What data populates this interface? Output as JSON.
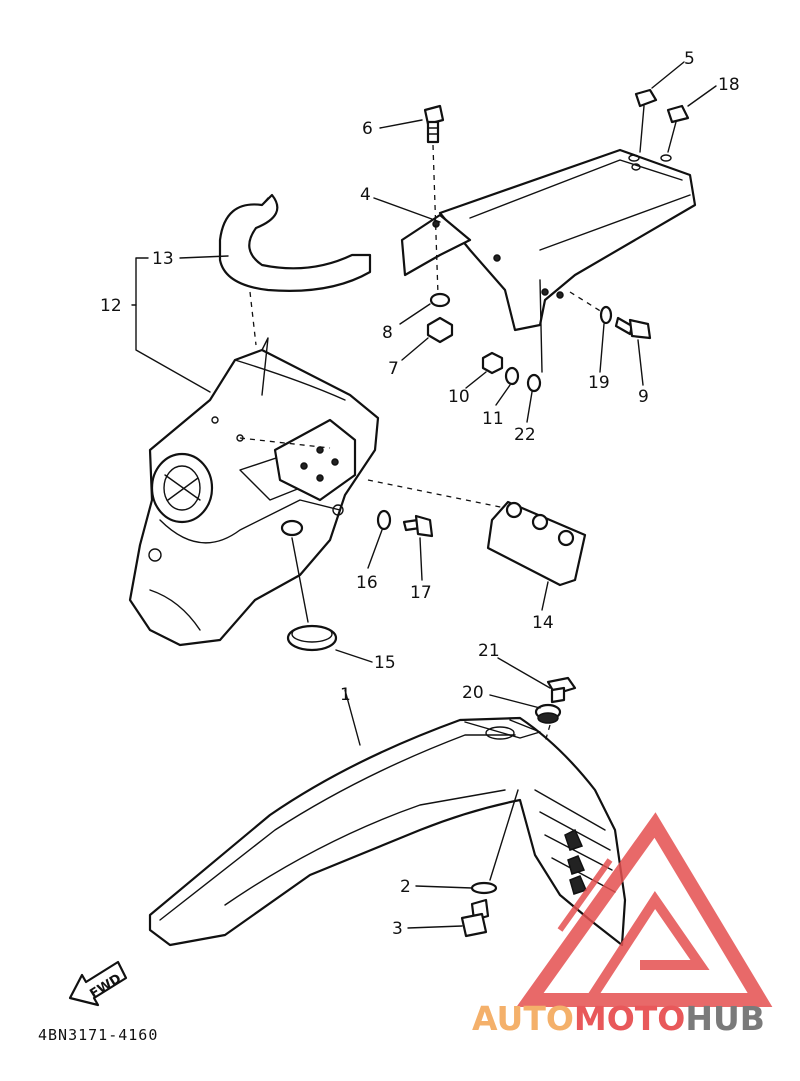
{
  "diagram": {
    "part_code": "4BN3171-4160",
    "fwd_label": "FWD",
    "callouts": [
      "1",
      "2",
      "3",
      "4",
      "5",
      "6",
      "7",
      "8",
      "9",
      "10",
      "11",
      "12",
      "13",
      "14",
      "15",
      "16",
      "17",
      "18",
      "19",
      "20",
      "21",
      "22"
    ]
  },
  "watermark": {
    "part1": "AUTO",
    "part2": "MOTO",
    "part3": "HUB",
    "colors": {
      "orange": "#f4b06a",
      "red": "#e8585a",
      "gray": "#7a7a7a",
      "triangle": "#e45050"
    }
  }
}
